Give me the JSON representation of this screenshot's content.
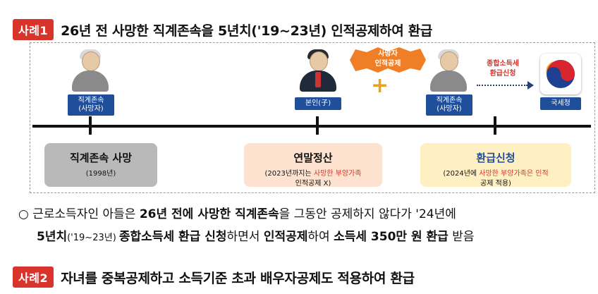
{
  "case1": {
    "badge": "사례1",
    "title": "26년 전 사망한 직계존속을 5년치('19~23년) 인적공제하여 환급"
  },
  "diagram": {
    "persons": [
      {
        "label": "직계존속\n(사망자)"
      },
      {
        "label": "본인(子)"
      },
      {
        "label": "직계존속\n(사망자)"
      }
    ],
    "badge_text": "사망자\n인적공제",
    "arrow_text": "종합소득세\n환급신청",
    "agency_label": "국세청",
    "cards": [
      {
        "title": "직계존속 사망",
        "sub": "(1998년)",
        "color": "#b9b9b9"
      },
      {
        "title": "연말정산",
        "sub_pre": "(2023년까지는 ",
        "sub_red": "사망한 부양가족",
        "sub_post": "\n인적공제 X)",
        "color": "#fde2cf"
      },
      {
        "title": "환급신청",
        "sub_pre": "(2024년에 ",
        "sub_red": "사망한 부양가족은 인적",
        "sub_post": "\n공제 적용)",
        "color": "#fff0c4"
      }
    ],
    "colors": {
      "accent": "#d9342b",
      "blue_label": "#1f4e9a",
      "plus": "#e6a320"
    }
  },
  "paragraph": {
    "bullet": "○",
    "line1": [
      {
        "t": " 근로소득자인 아들은 ",
        "b": false
      },
      {
        "t": "26년 전에 사망한 직계존속",
        "b": true
      },
      {
        "t": "을 그동안 공제하지 않다가 '24년에",
        "b": false
      }
    ],
    "line2": [
      {
        "t": "5년치",
        "b": true
      },
      {
        "t": "('19~23년) ",
        "b": false,
        "small": true
      },
      {
        "t": "종합소득세 환급 신청",
        "b": true
      },
      {
        "t": "하면서 ",
        "b": false
      },
      {
        "t": "인적공제",
        "b": true
      },
      {
        "t": "하여 ",
        "b": false
      },
      {
        "t": "소득세 350만 원 환급",
        "b": true
      },
      {
        "t": " 받음",
        "b": false
      }
    ]
  },
  "case2": {
    "badge": "사례2",
    "title": "자녀를 중복공제하고 소득기준 초과 배우자공제도 적용하여 환급"
  }
}
